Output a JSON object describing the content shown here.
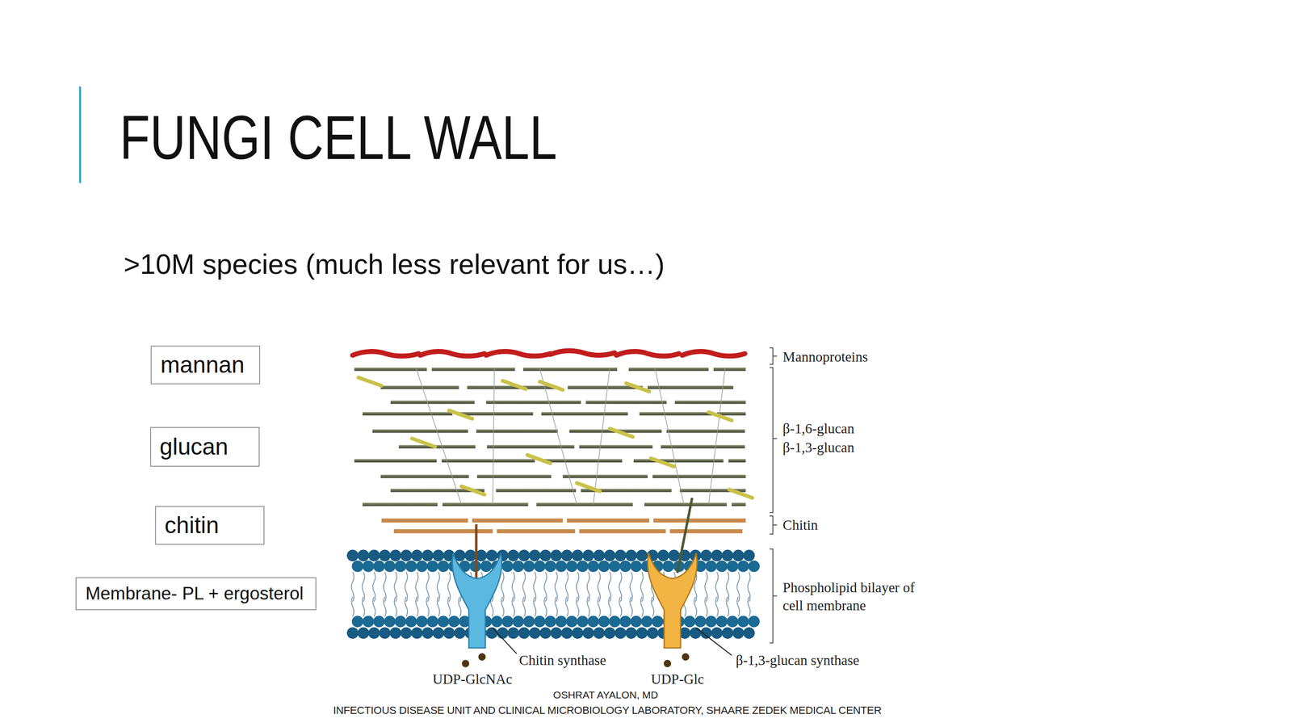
{
  "diagram": {
    "title": "FUNGI CELL WALL",
    "nodes": [
      {
        "text": [
          "mannan"
        ]
      },
      {
        "text": [
          "glucan"
        ]
      },
      {
        "text": [
          "chitin"
        ]
      },
      {
        "text": [
          "Membrane- PL + ergosterol"
        ]
      }
    ],
    "labels": [
      ">10M species (much less relevant for us…)",
      "Mannoproteins",
      "β-1,6-glucan",
      "β-1,3-glucan",
      "Chitin",
      "Phospholipid bilayer of cell membrane",
      "Chitin synthase",
      "β-1,3-glucan synthase",
      "UDP-GlcNAc",
      "UDP-Glc",
      "OSHRAT AYALON, MD",
      "INFECTIOUS DISEASE UNIT AND CLINICAL MICROBIOLOGY  LABORATORY, SHAARE ZEDEK MEDICAL CENTER"
    ]
  }
}
